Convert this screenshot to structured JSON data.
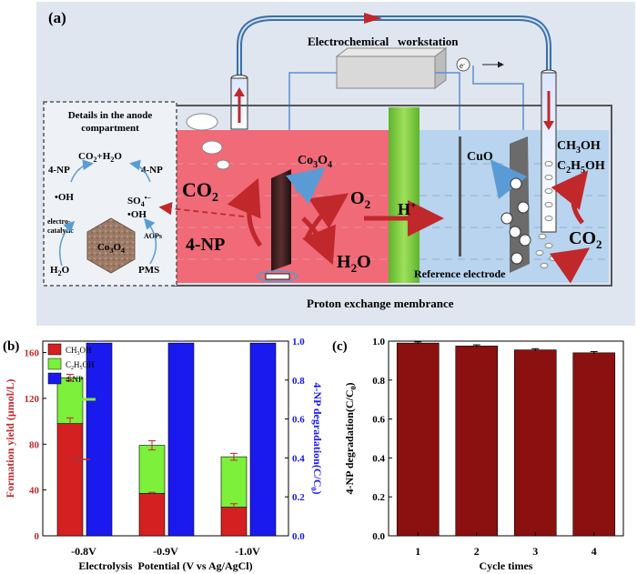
{
  "panel_a": {
    "label": "(a)",
    "workstation": "Electrochemical   workstation",
    "electron": "e",
    "electron_sup": "-",
    "details_title_1": "Details in the anode",
    "details_title_2": "compartment",
    "co2_h2o": "CO",
    "co2_h2o_2": "2",
    "co2_h2o_3": "+H",
    "co2_h2o_4": "2",
    "co2_h2o_5": "O",
    "np_left": "4-NP",
    "np_right": "4-NP",
    "oh_left": "•OH",
    "so4": "SO",
    "so4_sub": "4",
    "so4_sup": "•−",
    "oh_right": "•OH",
    "electro_1": "electro-",
    "electro_2": "catalytic",
    "aops": "AOPs",
    "h2o_small": "H",
    "h2o_small_2": "2",
    "h2o_small_3": "O",
    "pms": "PMS",
    "co3o4_hex": "Co",
    "co3o4_hex_2": "3",
    "co3o4_hex_3": "O",
    "co3o4_hex_4": "4",
    "co2_anode": "CO",
    "co2_anode_sub": "2",
    "co3o4_top": "Co",
    "co3o4_top_2": "3",
    "co3o4_top_3": "O",
    "co3o4_top_4": "4",
    "o2": "O",
    "o2_sub": "2",
    "np_anode": "4-NP",
    "h2o_anode": "H",
    "h2o_anode_sub": "2",
    "h2o_anode_3": "O",
    "hplus": "H",
    "hplus_sup": "+",
    "cuo": "CuO",
    "ch3oh": "CH",
    "ch3oh_2": "3",
    "ch3oh_3": "OH",
    "c2h5oh": "C",
    "c2h5oh_2": "2",
    "c2h5oh_3": "H",
    "c2h5oh_4": "5",
    "c2h5oh_5": "OH",
    "co2_cathode": "CO",
    "co2_cathode_sub": "2",
    "ref_electrode": "Reference electrode",
    "membrane": "Proton exchange membrance"
  },
  "colors": {
    "anode": "#f06a78",
    "cathode": "#b8d4ee",
    "membrane": "#7ac943",
    "ch3oh_bar": "#d42020",
    "c2h5oh_bar": "#7cf03a",
    "np_bar": "#1a1aee",
    "degradation_bar": "#8b1010",
    "frame_bg": "#dfe6f0"
  },
  "chart_data": [
    {
      "type": "bar",
      "panel": "(b)",
      "categories": [
        "-0.8V",
        "-0.9V",
        "-1.0V"
      ],
      "xlabel": "Electrolysis  Potential (V vs Ag/AgCl)",
      "ylabel": "Formation yield (μmol/L)",
      "y2label": "4-NP degradation(C/C",
      "y2label_sub": "0",
      "y2label_end": ")",
      "ylim": [
        0,
        170
      ],
      "y2lim": [
        0,
        1.0
      ],
      "yticks": [
        "0",
        "40",
        "80",
        "120",
        "160"
      ],
      "y2ticks": [
        "0.0",
        "0.2",
        "0.4",
        "0.6",
        "0.8",
        "1.0"
      ],
      "series": [
        {
          "name": "CH3OH",
          "label_main": "CH",
          "label_s1": "3",
          "label_s2": "OH",
          "values": [
            98,
            37,
            25
          ],
          "errors": [
            5,
            1,
            3
          ],
          "stacked": true
        },
        {
          "name": "C2H5OH",
          "label_main": "C",
          "label_s1": "2",
          "label_s2": "H",
          "label_s3": "5",
          "label_s4": "OH",
          "values": [
            40,
            42,
            44
          ],
          "errors": [
            3,
            4,
            3
          ],
          "stacked": true
        },
        {
          "name": "4-NP",
          "label_main": "4-NP",
          "values": [
            0.99,
            0.99,
            0.99
          ],
          "axis": "right"
        }
      ],
      "legend": "top-left"
    },
    {
      "type": "bar",
      "panel": "(c)",
      "categories": [
        "1",
        "2",
        "3",
        "4"
      ],
      "xlabel": "Cycle times",
      "ylabel": "4-NP degradation(C/C",
      "ylabel_sub": "0",
      "ylabel_end": ")",
      "ylim": [
        0,
        1.0
      ],
      "yticks": [
        "0.0",
        "0.2",
        "0.4",
        "0.6",
        "0.8",
        "1.0"
      ],
      "values": [
        0.99,
        0.975,
        0.955,
        0.94
      ],
      "errors": [
        0.006,
        0.006,
        0.006,
        0.006
      ]
    }
  ]
}
